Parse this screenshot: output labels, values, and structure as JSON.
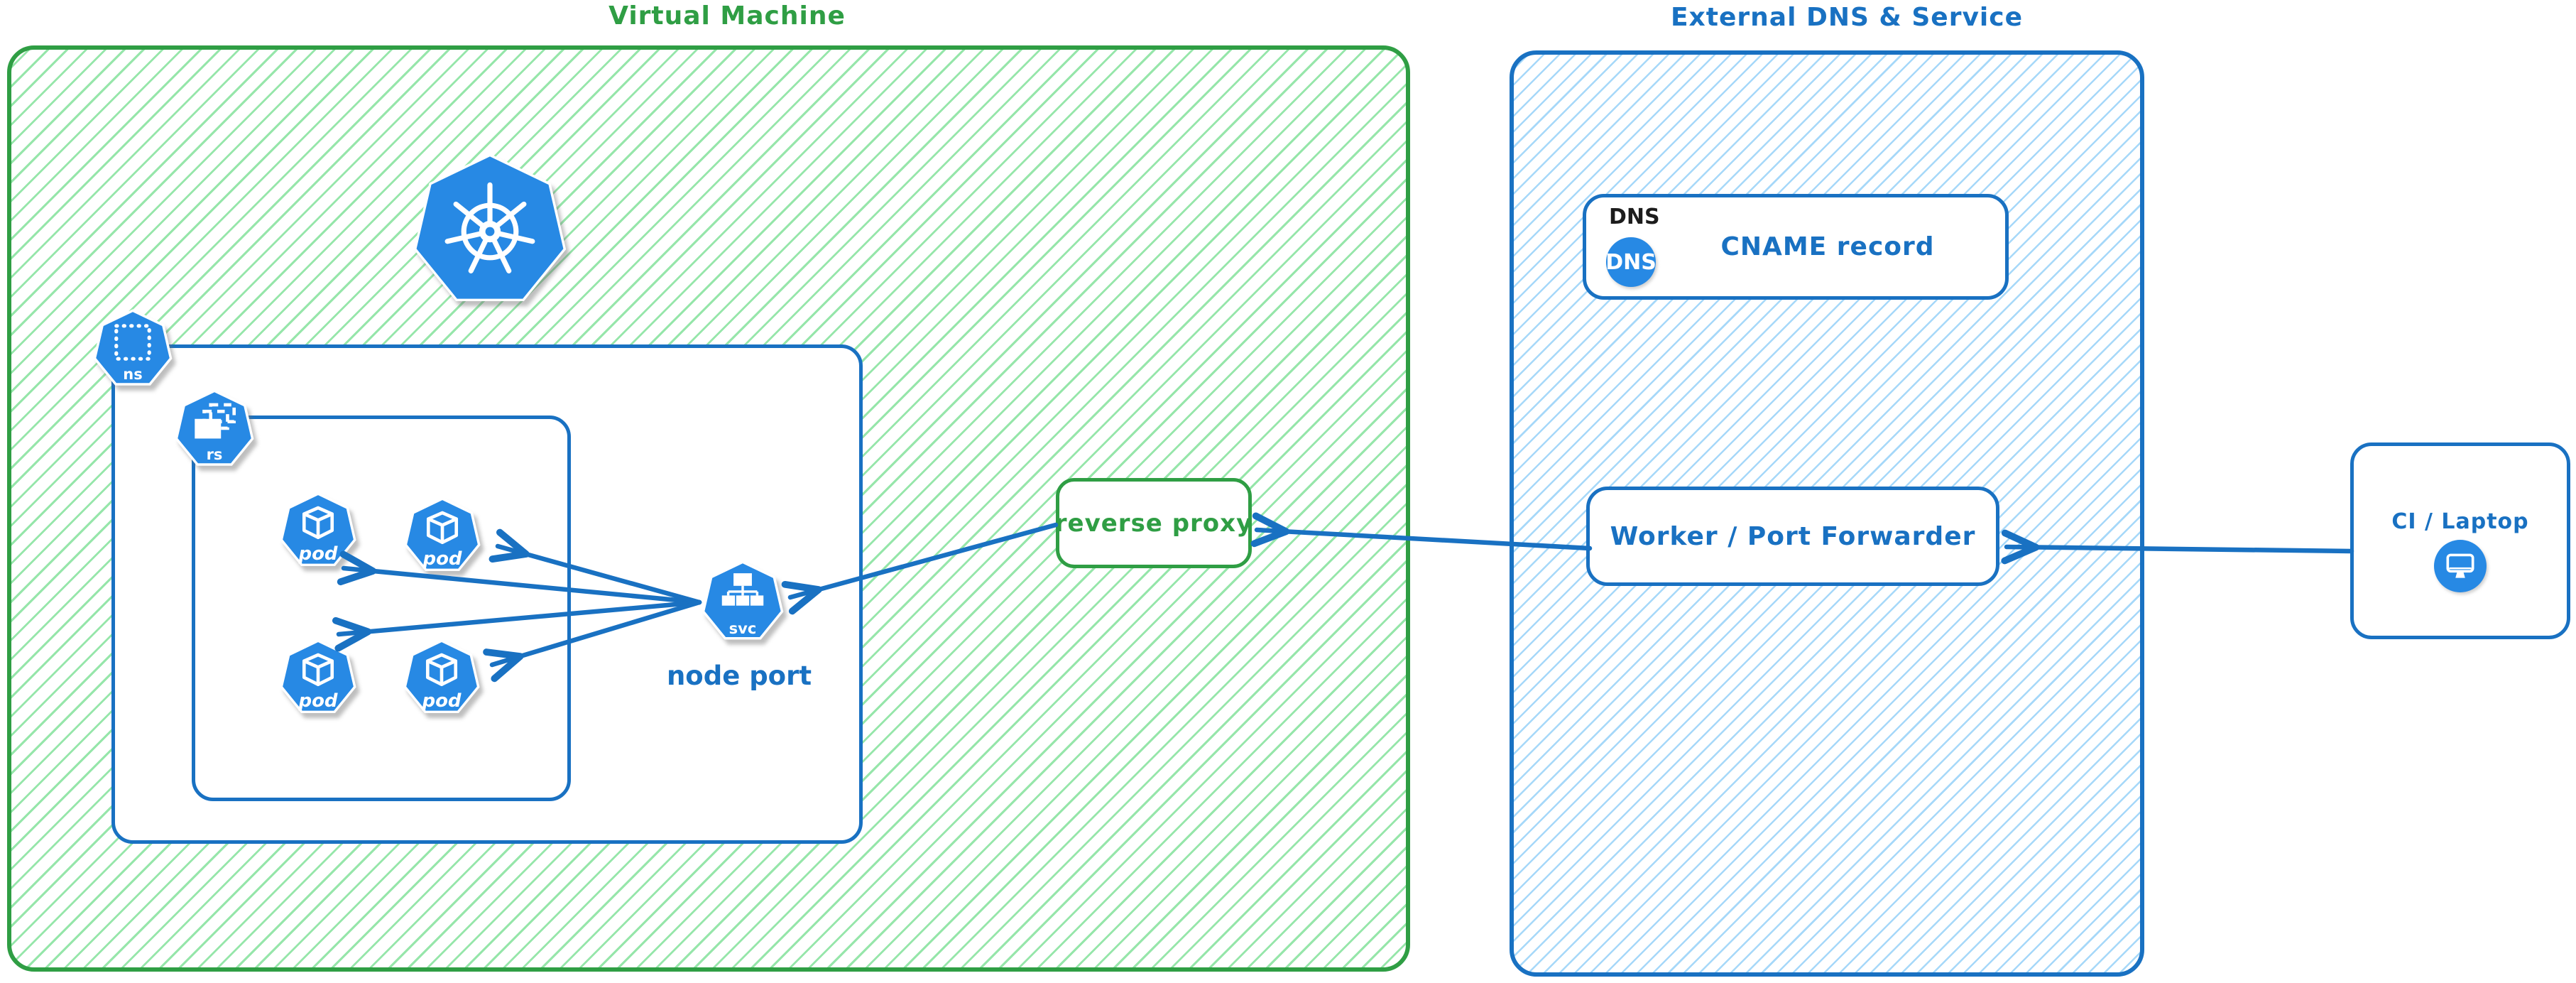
{
  "diagram": {
    "type": "architecture-sketch",
    "colors": {
      "green_border": "#2f9e44",
      "green_hatch": "#96e6aa",
      "blue_border": "#1971c2",
      "blue_hatch": "#a6d8f9",
      "icon_blue": "#2789e4",
      "arrow_blue": "#1971c2",
      "black_text": "#1c1c1c"
    },
    "vm": {
      "title": "Virtual Machine",
      "kubernetes_logo": "kubernetes",
      "namespace_icon_label": "ns",
      "replicaset_icon_label": "rs",
      "pod_labels": [
        "pod",
        "pod",
        "pod",
        "pod"
      ],
      "service_icon_label": "svc",
      "service_caption": "node port",
      "reverse_proxy_label": "reverse proxy"
    },
    "external": {
      "title": "External DNS & Service",
      "dns_card": {
        "corner_label": "DNS",
        "circle_label": "DNS",
        "record_label": "CNAME record"
      },
      "worker_label": "Worker / Port Forwarder"
    },
    "client": {
      "label": "CI / Laptop"
    },
    "connections": [
      {
        "from": "ci-laptop",
        "to": "worker-port-forwarder"
      },
      {
        "from": "worker-port-forwarder",
        "to": "reverse-proxy"
      },
      {
        "from": "reverse-proxy",
        "to": "node-port-service"
      },
      {
        "from": "node-port-service",
        "to": "pod-1"
      },
      {
        "from": "node-port-service",
        "to": "pod-2"
      },
      {
        "from": "node-port-service",
        "to": "pod-3"
      },
      {
        "from": "node-port-service",
        "to": "pod-4"
      }
    ]
  }
}
